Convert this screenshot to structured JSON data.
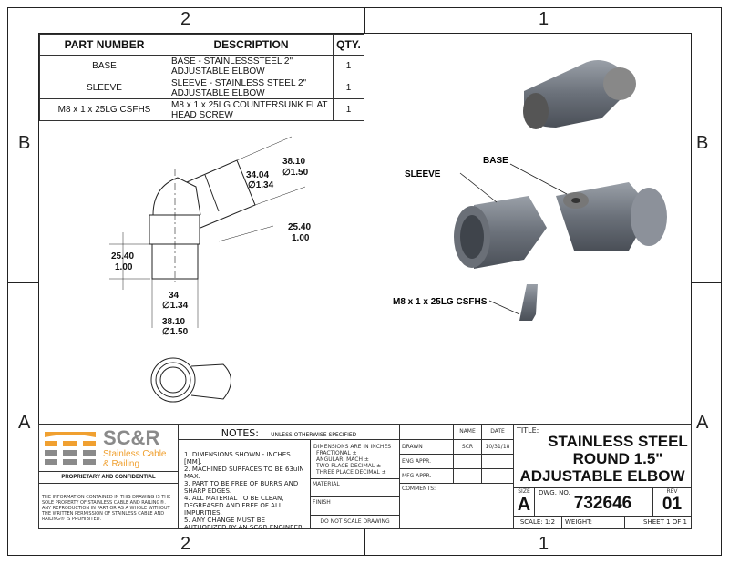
{
  "zones": {
    "top_left": "2",
    "top_right": "1",
    "bottom_left": "2",
    "bottom_right": "1",
    "left_upper": "B",
    "left_lower": "A",
    "right_upper": "B",
    "right_lower": "A"
  },
  "parts_table": {
    "headers": [
      "PART NUMBER",
      "DESCRIPTION",
      "QTY."
    ],
    "rows": [
      {
        "part": "BASE",
        "description": "BASE - STAINLESSSTEEL 2\" ADJUSTABLE ELBOW",
        "qty": "1"
      },
      {
        "part": "SLEEVE",
        "description": "SLEEVE - STAINLESS STEEL 2\" ADJUSTABLE ELBOW",
        "qty": "1"
      },
      {
        "part": "M8 x 1 x 25LG CSFHS",
        "description": "M8 x 1 x 25LG COUNTERSUNK FLAT HEAD SCREW",
        "qty": "1"
      }
    ]
  },
  "dimensions": {
    "d1_mm": "38.10",
    "d1_in": "∅1.50",
    "d2_mm": "34.04",
    "d2_in": "∅1.34",
    "len_angled_mm": "25.40",
    "len_angled_in": "1.00",
    "len_vert_mm": "25.40",
    "len_vert_in": "1.00",
    "bot_inner_mm": "34",
    "bot_inner_in": "∅1.34",
    "bot_outer_mm": "38.10",
    "bot_outer_in": "∅1.50"
  },
  "callouts": {
    "base": "BASE",
    "sleeve": "SLEEVE",
    "screw": "M8 x 1 x 25LG CSFHS"
  },
  "logo": {
    "brand": "SC&R",
    "line1": "Stainless Cable",
    "line2": "& Railing",
    "orange": "#f0a030",
    "gray": "#8a8a8a"
  },
  "proprietary": "PROPRIETARY AND CONFIDENTIAL",
  "confidential_text": "THE INFORMATION CONTAINED IN THIS DRAWING IS THE SOLE PROPERTY OF STAINLESS CABLE AND RAILING®. ANY REPRODUCTION IN PART OR AS A WHOLE WITHOUT THE WRITTEN PERMISSION OF STAINLESS CABLE AND RAILING® IS PROHIBITED.",
  "notes": {
    "heading": "NOTES:",
    "subheading": "UNLESS OTHERWISE SPECIFIED",
    "items": [
      "1. DIMENSIONS SHOWN - INCHES [MM].",
      "2. MACHINED SURFACES TO BE 63uIN MAX.",
      "3. PART TO BE FREE OF BURRS AND SHARP EDGES.",
      "4. ALL MATERIAL TO BE CLEAN, DEGREASED AND FREE OF ALL IMPURITIES.",
      "5. ANY CHANGE MUST BE AUTHORIZED BY AN SC&R ENGINEER."
    ]
  },
  "tolerances": {
    "heading": "DIMENSIONS ARE IN INCHES",
    "rows": [
      "FRACTIONAL ±",
      "ANGULAR: MACH ±",
      "TWO PLACE DECIMAL ±",
      "THREE PLACE DECIMAL ±"
    ],
    "material": "MATERIAL",
    "finish": "FINISH",
    "no_scale": "DO NOT SCALE DRAWING"
  },
  "approvals": {
    "name_header": "NAME",
    "date_header": "DATE",
    "drawn": "DRAWN",
    "drawn_name": "SCR",
    "drawn_date": "10/31/18",
    "eng": "ENG APPR.",
    "mfg": "MFG APPR.",
    "comments": "COMMENTS:"
  },
  "title_block": {
    "title_label": "TITLE:",
    "title_lines": [
      "STAINLESS STEEL",
      "ROUND 1.5\"",
      "ADJUSTABLE ELBOW"
    ],
    "size_label": "SIZE",
    "size": "A",
    "dwg_label": "DWG.  NO.",
    "dwg_no": "732646",
    "rev_label": "REV",
    "rev": "01",
    "scale": "SCALE: 1:2",
    "weight": "WEIGHT:",
    "sheet": "SHEET 1 OF 1"
  }
}
